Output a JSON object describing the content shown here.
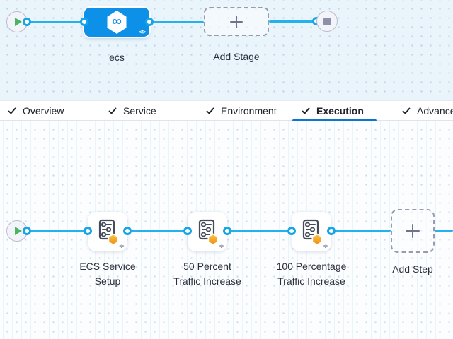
{
  "stage_pipeline": {
    "stage": {
      "name": "ecs"
    },
    "add_stage": {
      "label": "Add Stage"
    },
    "code_glyph": "</>"
  },
  "tabs": {
    "items": [
      {
        "label": "Overview",
        "checked": true,
        "active": false
      },
      {
        "label": "Service",
        "checked": true,
        "active": false
      },
      {
        "label": "Environment",
        "checked": true,
        "active": false
      },
      {
        "label": "Execution",
        "checked": true,
        "active": true
      },
      {
        "label": "Advanced",
        "checked": true,
        "active": false
      }
    ]
  },
  "execution": {
    "steps": [
      {
        "lines": [
          "ECS Service",
          "Setup"
        ]
      },
      {
        "lines": [
          "50 Percent",
          "Traffic Increase"
        ]
      },
      {
        "lines": [
          "100 Percentage",
          "Traffic Increase"
        ]
      }
    ],
    "add_step": {
      "label": "Add Step"
    },
    "code_glyph": "</>"
  },
  "icons": {
    "infinity_glyph": "∞"
  },
  "colors": {
    "connector_blue": "#25b1ee",
    "stage_node_blue": "#0c90e8",
    "active_tab_underline": "#0b76d2",
    "badge_orange_light": "#fcc33d",
    "badge_orange_dark": "#ef9016",
    "play_green": "#4db464",
    "stop_gray": "#8d90a7",
    "top_canvas_bg": "#e9f4fb",
    "bottom_canvas_bg": "#fbfdff"
  }
}
